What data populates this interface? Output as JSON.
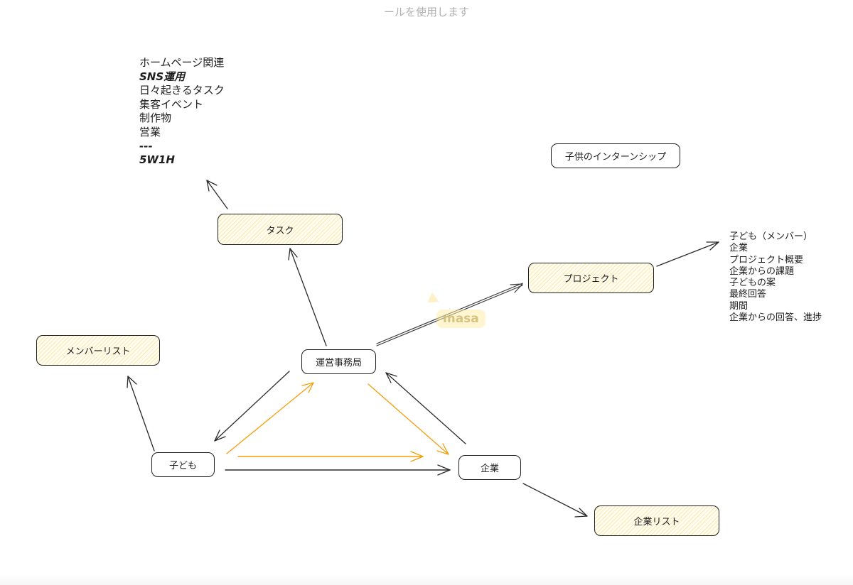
{
  "top_hint": "ールを使用します",
  "nodes": {
    "task": "タスク",
    "office": "運営事務局",
    "member_list": "メンバーリスト",
    "child": "子ども",
    "company": "企業",
    "company_list": "企業リスト",
    "project": "プロジェクト",
    "internship": "子供のインターンシップ"
  },
  "task_notes": [
    "ホームページ関連",
    "SNS運用",
    "日々起きるタスク",
    "集客イベント",
    "制作物",
    "営業",
    "---",
    "5W1H"
  ],
  "project_notes": [
    "子ども（メンバー）",
    "企業",
    "プロジェクト概要",
    "企業からの課題",
    "子どもの案",
    "最終回答",
    "期間",
    "企業からの回答、進捗"
  ],
  "collaborator": {
    "name": "masa"
  },
  "colors": {
    "stroke": "#1e1e1e",
    "orange": "#f59e0b",
    "hatch": "#f6d778"
  },
  "arrows": [
    {
      "from": "task",
      "to": "task_notes",
      "color": "dark"
    },
    {
      "from": "office",
      "to": "task",
      "color": "dark"
    },
    {
      "from": "office",
      "to": "project",
      "color": "dark"
    },
    {
      "from": "project",
      "to": "project_notes",
      "color": "dark"
    },
    {
      "from": "office",
      "to": "child",
      "color": "dark"
    },
    {
      "from": "child",
      "to": "office",
      "color": "orange"
    },
    {
      "from": "office",
      "to": "company",
      "color": "orange"
    },
    {
      "from": "company",
      "to": "office",
      "color": "dark"
    },
    {
      "from": "child",
      "to": "company",
      "color": "orange"
    },
    {
      "from": "child",
      "to": "company",
      "color": "dark"
    },
    {
      "from": "child",
      "to": "member_list",
      "color": "dark"
    },
    {
      "from": "company",
      "to": "company_list",
      "color": "dark"
    }
  ]
}
